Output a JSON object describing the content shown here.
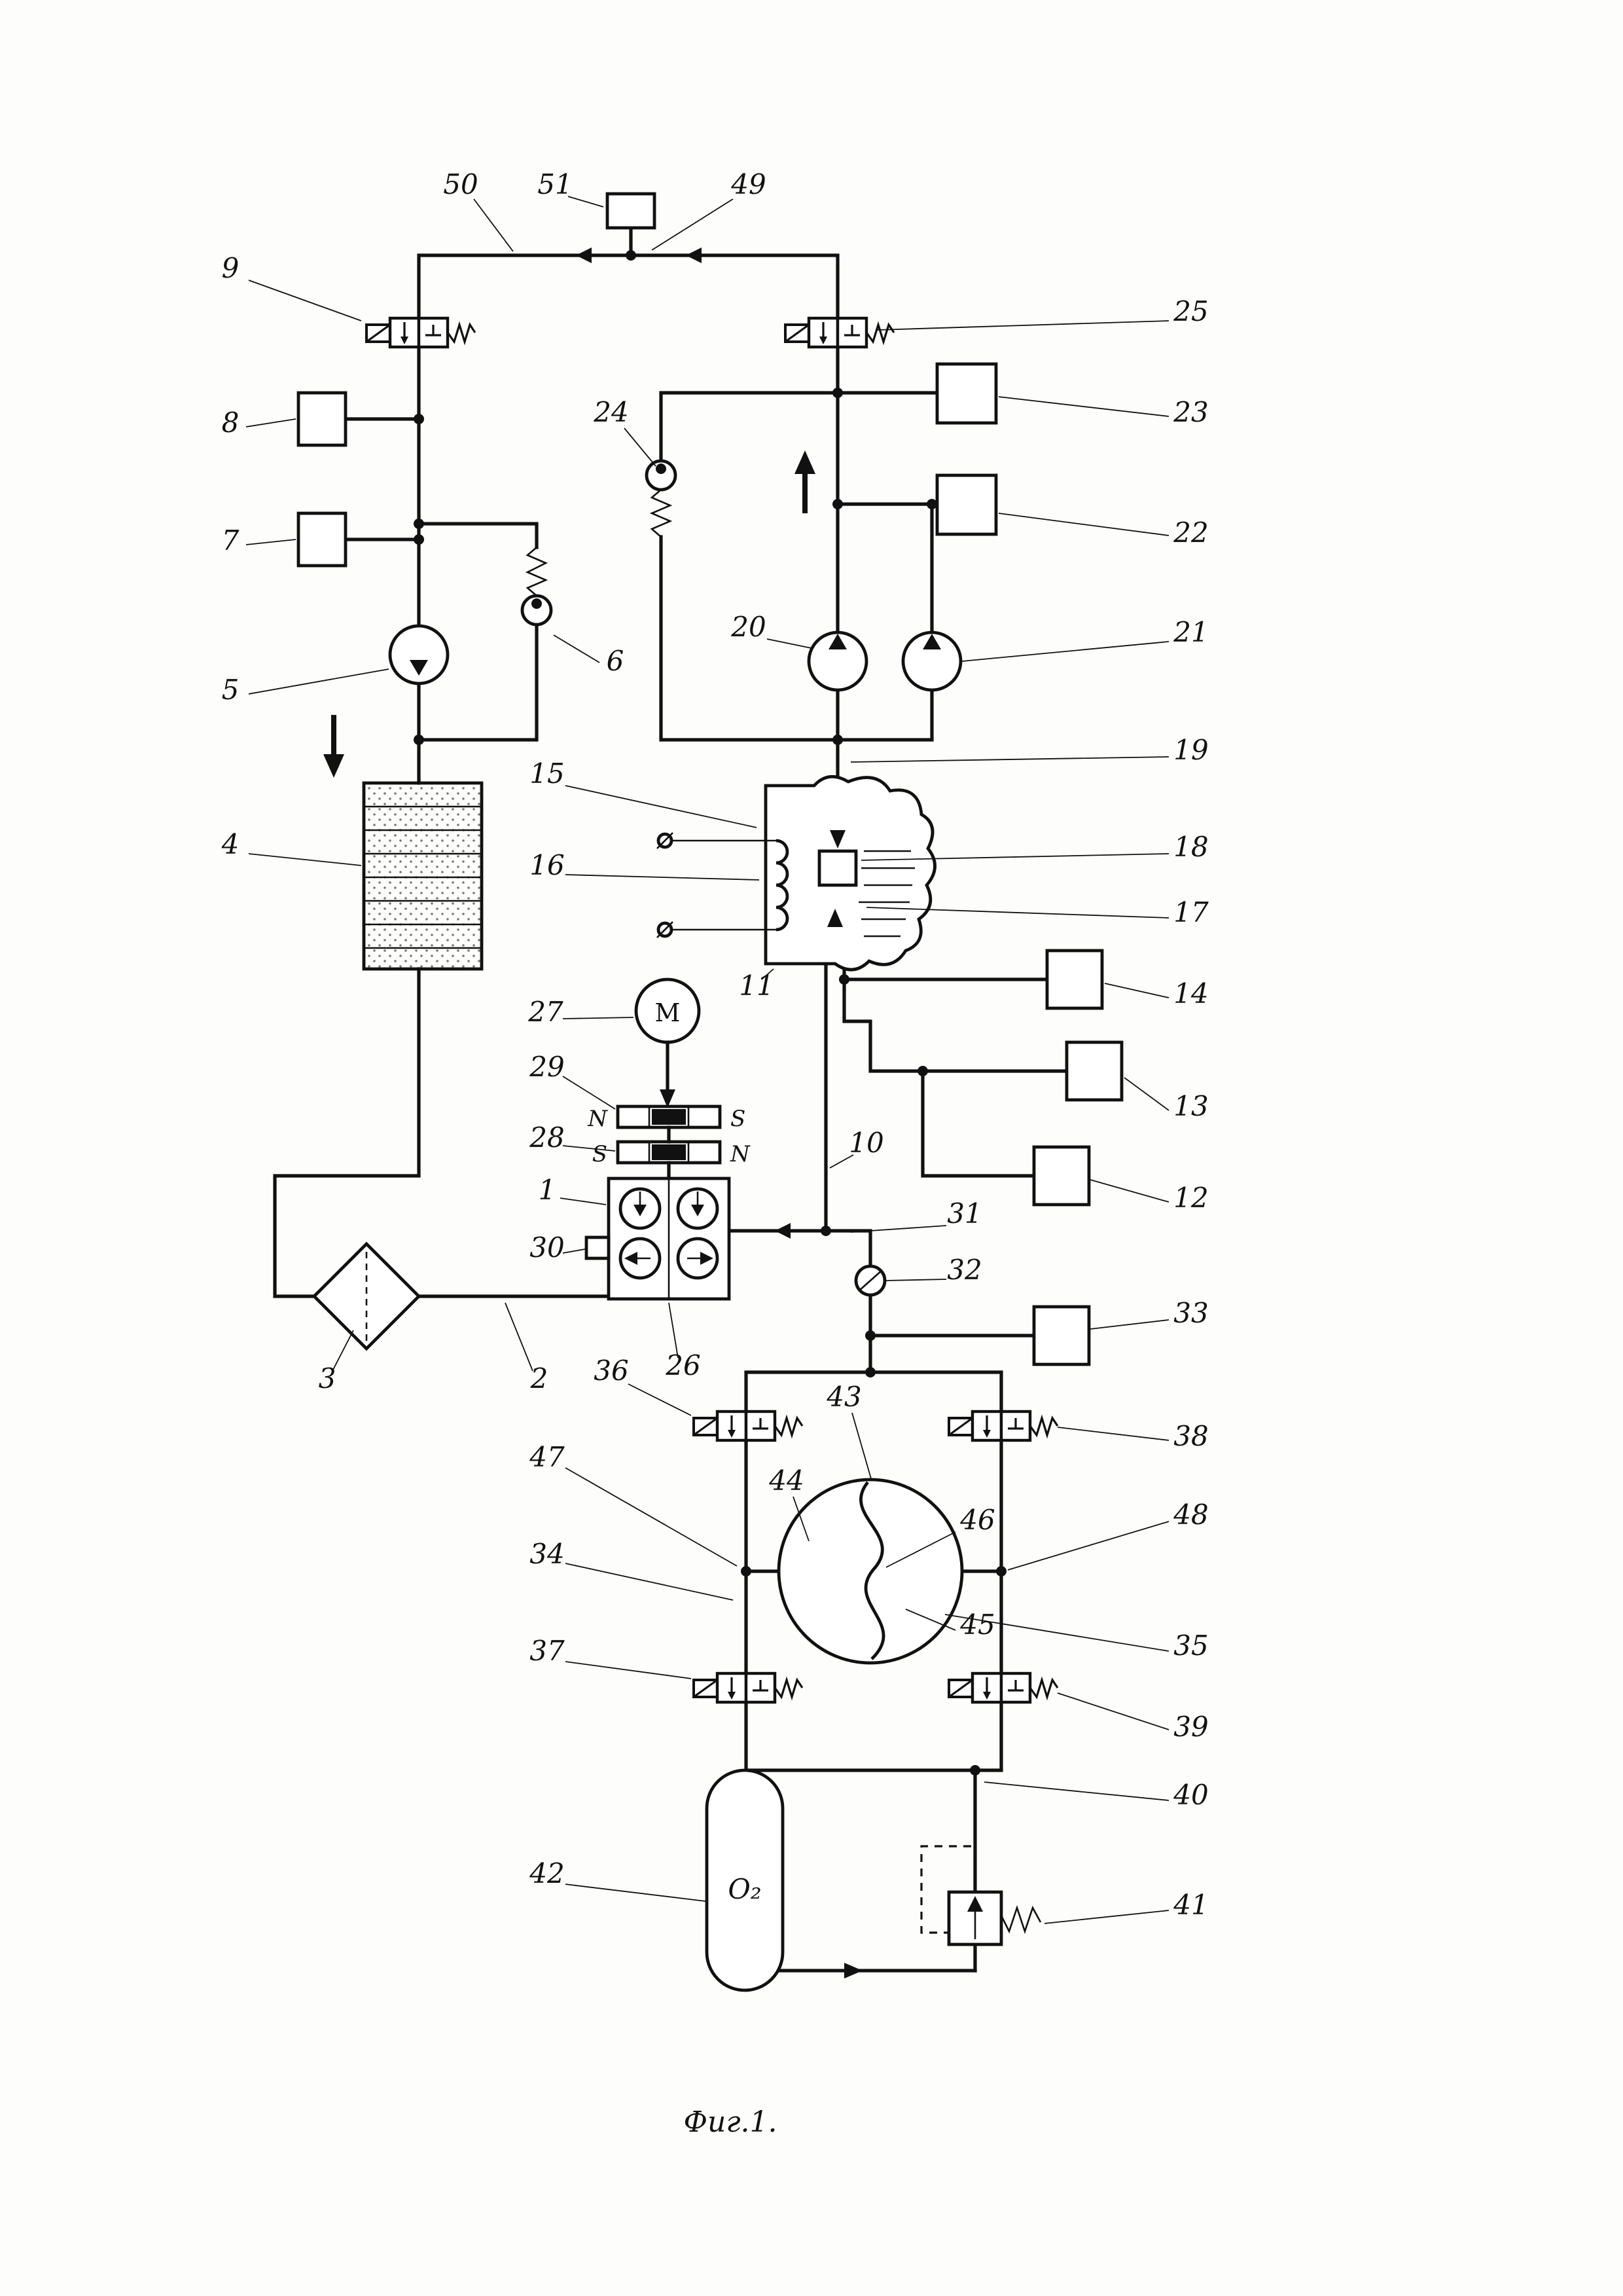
{
  "figure": {
    "caption": "Фиг.1."
  },
  "texts": {
    "motor": "M",
    "oxygen": "O₂",
    "magnet_top_left": "N",
    "magnet_top_right": "S",
    "magnet_bottom_left": "S",
    "magnet_bottom_right": "N"
  },
  "labels": {
    "n1": "1",
    "n2": "2",
    "n3": "3",
    "n4": "4",
    "n5": "5",
    "n6": "6",
    "n7": "7",
    "n8": "8",
    "n9": "9",
    "n10": "10",
    "n11": "11",
    "n12": "12",
    "n13": "13",
    "n14": "14",
    "n15": "15",
    "n16": "16",
    "n17": "17",
    "n18": "18",
    "n19": "19",
    "n20": "20",
    "n21": "21",
    "n22": "22",
    "n23": "23",
    "n24": "24",
    "n25": "25",
    "n26": "26",
    "n27": "27",
    "n28": "28",
    "n29": "29",
    "n30": "30",
    "n31": "31",
    "n32": "32",
    "n33": "33",
    "n34": "34",
    "n35": "35",
    "n36": "36",
    "n37": "37",
    "n38": "38",
    "n39": "39",
    "n40": "40",
    "n41": "41",
    "n42": "42",
    "n43": "43",
    "n44": "44",
    "n45": "45",
    "n46": "46",
    "n47": "47",
    "n48": "48",
    "n49": "49",
    "n50": "50",
    "n51": "51"
  }
}
